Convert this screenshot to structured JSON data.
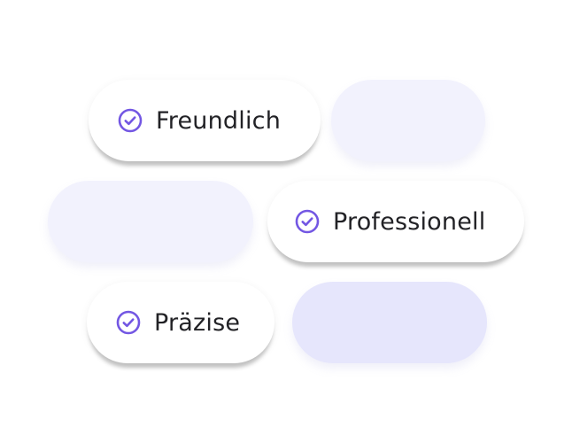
{
  "colors": {
    "accent": "#7357e3",
    "placeholder_light": "#f2f2fd",
    "placeholder_medium": "#e6e6fc",
    "text": "#222226"
  },
  "tags": [
    {
      "label": "Freundlich",
      "icon": "check-circle-icon"
    },
    {
      "label": "Professionell",
      "icon": "check-circle-icon"
    },
    {
      "label": "Präzise",
      "icon": "check-circle-icon"
    }
  ]
}
